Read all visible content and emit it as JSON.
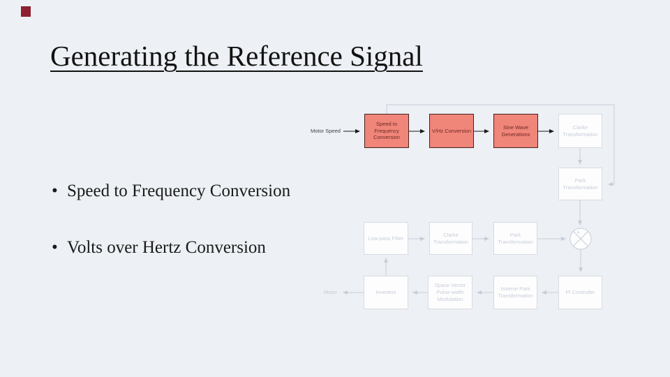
{
  "slide": {
    "title": "Generating the Reference Signal",
    "bullets": [
      {
        "label": "Speed to Frequency Conversion"
      },
      {
        "label": "Volts over Hertz Conversion"
      }
    ],
    "accent_square_color": "#8c2130"
  },
  "diagram": {
    "colors": {
      "background": "#edf0f4",
      "highlight_fill": "#f0857a",
      "highlight_border": "#45211d",
      "highlight_text": "#6d2a22",
      "faded_border": "#d7dce4",
      "faded_text": "#c6cdd8",
      "active_arrow": "#1a1a1a"
    },
    "blocks": {
      "speed_to_frequency": "Speed to Frequency Conversion",
      "vhz": "V/Hz Conversion",
      "sine_wave": "Sine Wave Generations",
      "clarke_top": "Clarke Transformation",
      "park_right": "Park Transformation",
      "low_pass": "Low-pass Filter",
      "clarke_mid": "Clarke Transformation",
      "park_mid": "Park Transformation",
      "inverters": "Inverters",
      "svpwm": "Space Vector Pulse-width Modulation",
      "inverse_park": "Inverse Park Transformation",
      "pi_controller": "PI Controller"
    },
    "labels": {
      "input": "Motor Speed",
      "output": "Motor",
      "sum": "+"
    }
  }
}
